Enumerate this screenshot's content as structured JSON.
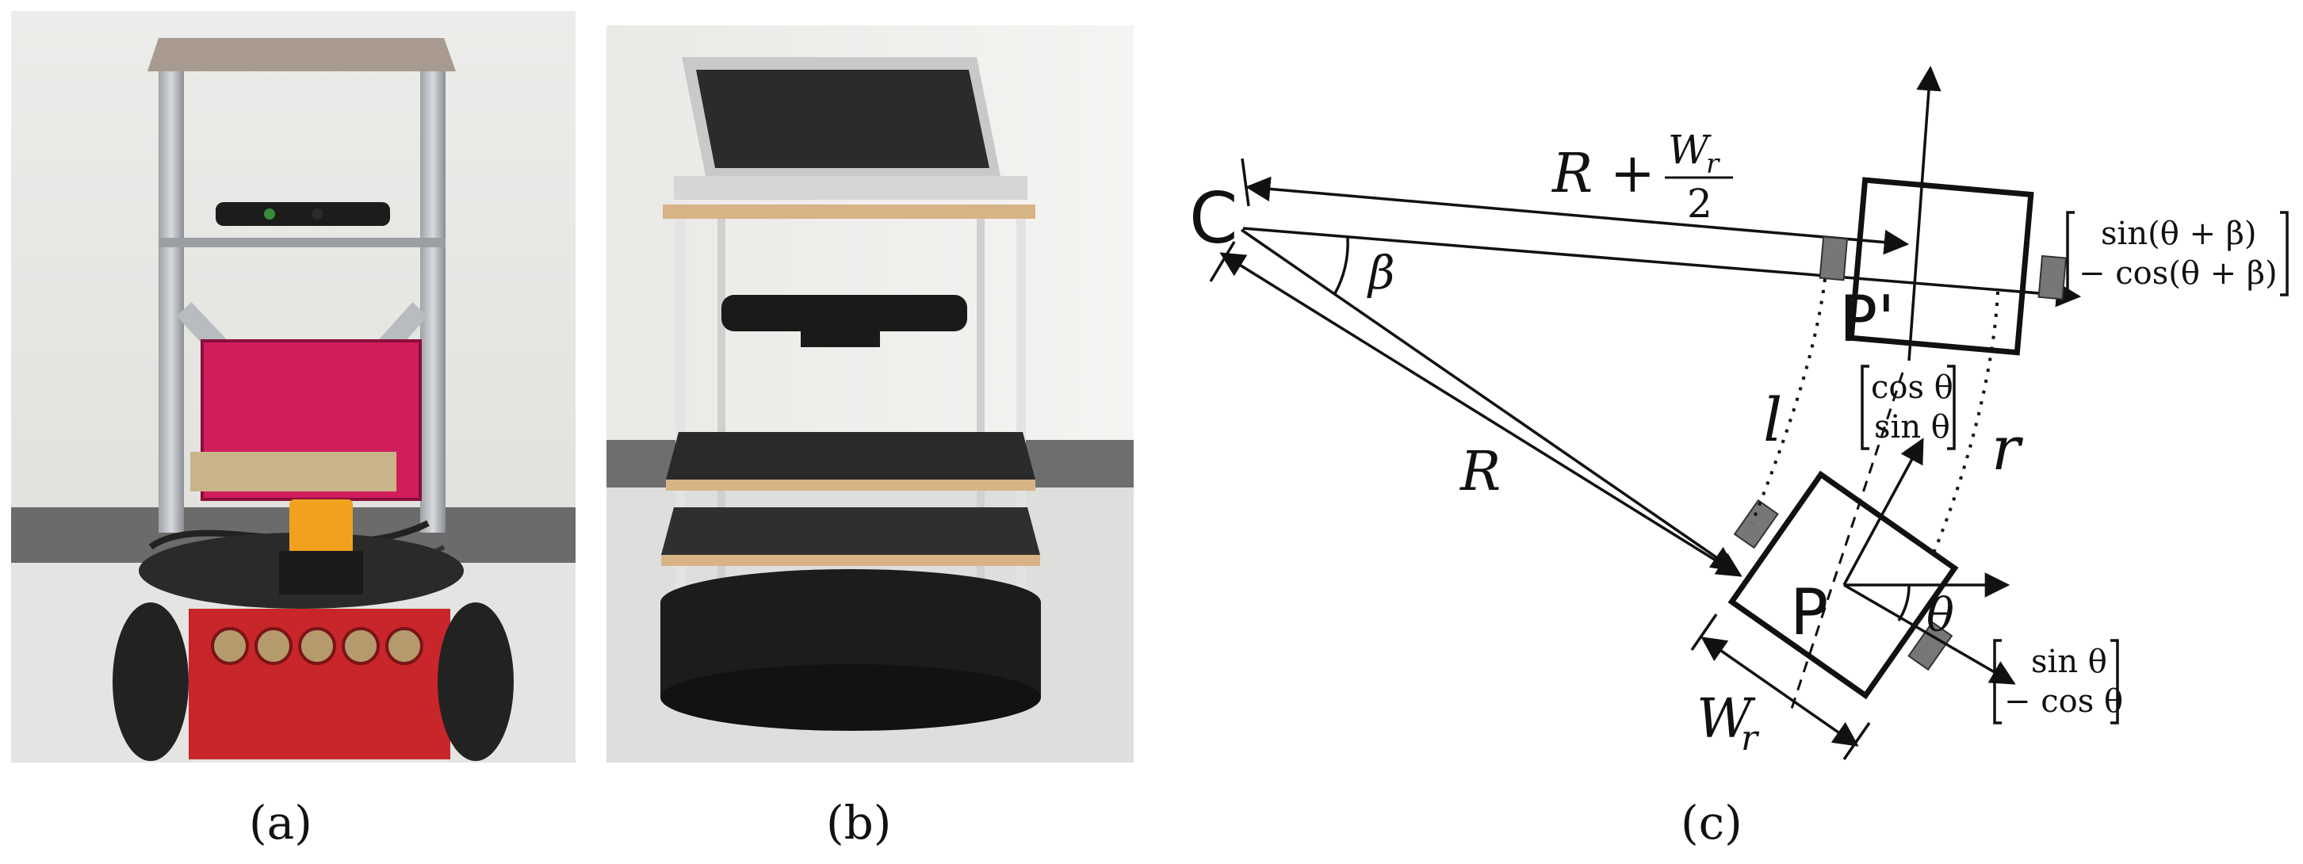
{
  "panels": [
    {
      "id": "a",
      "caption": "(a)",
      "kind": "photo",
      "subject": "Pioneer robot with aluminium frame, Kinect-style sensor, pink laptop and laser scanner"
    },
    {
      "id": "b",
      "caption": "(b)",
      "kind": "photo",
      "subject": "TurtleBot-style robot with laptop and Kinect sensor on wooden shelves"
    },
    {
      "id": "c",
      "caption": "(c)",
      "kind": "diagram"
    }
  ],
  "diagram": {
    "center_label": "C",
    "label_R_plus": "R +",
    "label_Wr_num": "W",
    "label_Wr_num_sub": "r",
    "label_two": "2",
    "label_beta": "β",
    "label_R": "R",
    "label_l": "l",
    "label_r": "r",
    "label_P": "P",
    "label_P_prime": "P'",
    "label_theta": "θ",
    "label_Wr": "W",
    "label_Wr_sub": "r",
    "vec_top_right_1": "sin(θ + β)",
    "vec_top_right_2": "− cos(θ + β)",
    "vec_mid_1": "cos θ",
    "vec_mid_2": "sin θ",
    "vec_bot_right_1": "sin θ",
    "vec_bot_right_2": "− cos θ"
  },
  "colors": {
    "line": "#111111",
    "wheel": "#777777",
    "robot_a_base": "#c8262a",
    "robot_b_base": "#1c1c1c",
    "laptop_pink": "#d01d5b"
  }
}
